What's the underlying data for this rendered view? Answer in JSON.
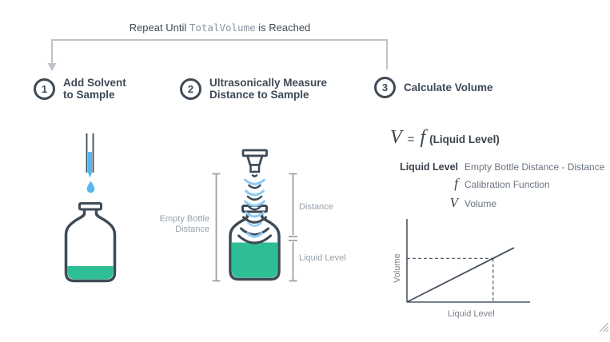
{
  "title": {
    "prefix": "Repeat Until ",
    "code": "TotalVolume",
    "suffix": " is Reached"
  },
  "steps": [
    {
      "number": "1",
      "line1": "Add Solvent",
      "line2": "to Sample"
    },
    {
      "number": "2",
      "line1": "Ultrasonically Measure",
      "line2": "Distance to Sample"
    },
    {
      "number": "3",
      "line1": "Calculate Volume",
      "line2": ""
    }
  ],
  "measurement": {
    "left_label_line1": "Empty Bottle",
    "left_label_line2": "Distance",
    "distance_label": "Distance",
    "liquid_level_label": "Liquid Level"
  },
  "formula": {
    "lhs": "V",
    "equals": "=",
    "fn": "f",
    "argument": "(Liquid Level)"
  },
  "definitions": [
    {
      "term": "Liquid Level",
      "description": "Empty Bottle Distance - Distance"
    },
    {
      "term": "f",
      "description": "Calibration Function"
    },
    {
      "term": "V",
      "description": "Volume"
    }
  ],
  "chart_data": {
    "type": "line",
    "title": "",
    "xlabel": "Liquid Level",
    "ylabel": "Volume",
    "x_range": [
      0,
      1
    ],
    "y_range": [
      0,
      1
    ],
    "ticks": "none",
    "grid": false,
    "line": {
      "x": [
        0,
        0.87
      ],
      "y": [
        0,
        0.66
      ]
    },
    "guide_point": {
      "x": 0.7,
      "y": 0.53
    },
    "style": "schematic calibration curve, dashed guides from axes to point on line"
  },
  "colors": {
    "outline_dark": "#3E4A56",
    "liquid_green": "#2EBE96",
    "solvent_blue": "#55B8F0",
    "wave_blue": "#8CCBF3",
    "measure_gray": "#98A1AB",
    "loop_gray": "#BCC3CA",
    "text_gray": "#6A7380"
  }
}
